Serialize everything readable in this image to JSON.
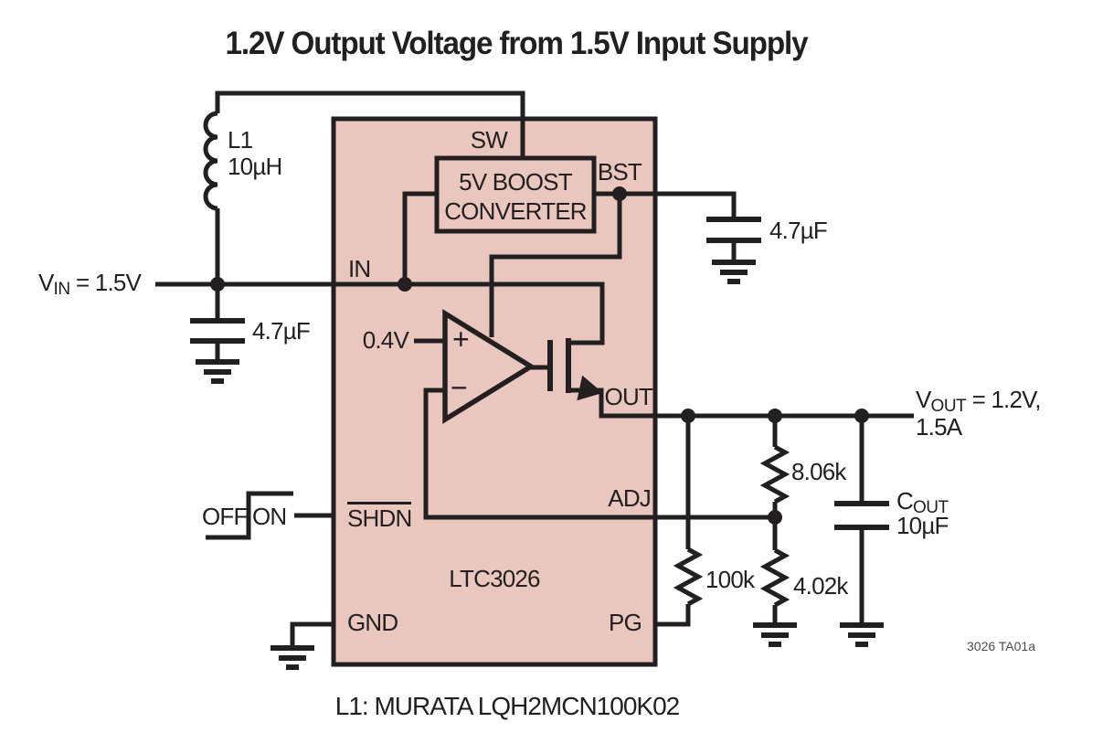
{
  "title": "1.2V Output Voltage from 1.5V Input Supply",
  "ic": {
    "part_number": "LTC3026",
    "boost_block": {
      "line1": "5V BOOST",
      "line2": "CONVERTER"
    },
    "reference_voltage": "0.4V",
    "opamp": {
      "plus": "+",
      "minus": "−"
    },
    "pins": {
      "sw": "SW",
      "bst": "BST",
      "in": "IN",
      "out": "OUT",
      "adj": "ADJ",
      "shdn": "SHDN",
      "gnd": "GND",
      "pg": "PG"
    }
  },
  "components": {
    "l1": {
      "designator": "L1",
      "value": "10µH"
    },
    "cin": {
      "value": "4.7µF"
    },
    "cbst": {
      "value": "4.7µF"
    },
    "r_top": {
      "value": "8.06k"
    },
    "r_bottom": {
      "value": "4.02k"
    },
    "r_pg": {
      "value": "100k"
    },
    "cout": {
      "designator": {
        "main": "C",
        "sub": "OUT"
      },
      "value": "10µF"
    }
  },
  "labels": {
    "vin": {
      "main": "V",
      "sub": "IN",
      "rest": " = 1.5V"
    },
    "vout": {
      "main": "V",
      "sub": "OUT",
      "rest": " = 1.2V,",
      "line2": "1.5A"
    },
    "off": "OFF",
    "on": "ON"
  },
  "notes": {
    "inductor": "L1: MURATA LQH2MCN100K02",
    "figure_id": "3026 TA01a"
  },
  "colors": {
    "ic_fill": "#e9c7bf",
    "stroke": "#231f20"
  }
}
